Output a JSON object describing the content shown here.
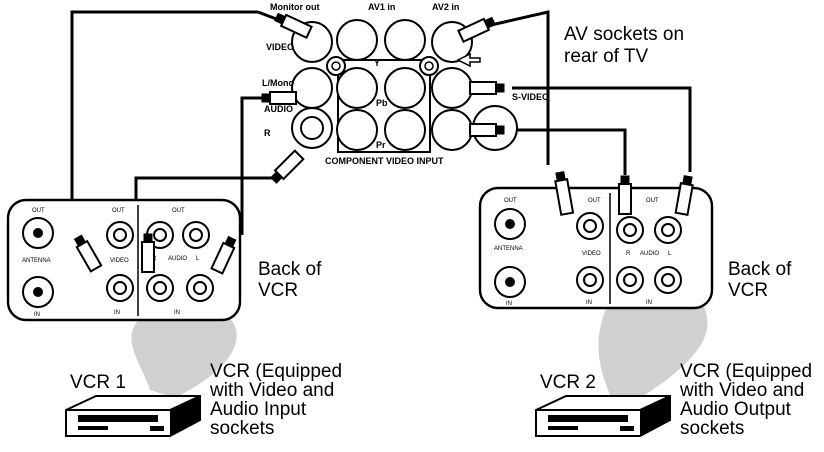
{
  "tv": {
    "title": "AV sockets on rear of TV",
    "title_line1": "AV sockets on",
    "title_line2": "rear of TV",
    "header_monitor_out": "Monitor out",
    "header_av1_in": "AV1 in",
    "header_av2_in": "AV2 in",
    "label_video": "VIDEO",
    "label_lmono": "L/Mono",
    "label_audio": "AUDIO",
    "label_r": "R",
    "label_y": "Y",
    "label_pb": "Pb",
    "label_pr": "Pr",
    "label_svideo": "S-VIDEO",
    "label_component": "COMPONENT VIDEO INPUT"
  },
  "vcr1": {
    "name": "VCR 1",
    "back_line1": "Back of",
    "back_line2": "VCR",
    "desc_line1": "VCR (Equipped",
    "desc_line2": "with Video and",
    "desc_line3": "Audio Input",
    "desc_line4": "sockets",
    "panel_out": "OUT",
    "panel_antenna": "ANTENNA",
    "panel_in": "IN",
    "panel_video": "VIDEO",
    "panel_r": "R",
    "panel_audio": "AUDIO",
    "panel_l": "L"
  },
  "vcr2": {
    "name": "VCR 2",
    "back_line1": "Back of",
    "back_line2": "VCR",
    "desc_line1": "VCR (Equipped",
    "desc_line2": "with Video and",
    "desc_line3": "Audio Output",
    "desc_line4": "sockets",
    "panel_out": "OUT",
    "panel_antenna": "ANTENNA",
    "panel_in": "IN",
    "panel_video": "VIDEO",
    "panel_r": "R",
    "panel_audio": "AUDIO",
    "panel_l": "L"
  }
}
